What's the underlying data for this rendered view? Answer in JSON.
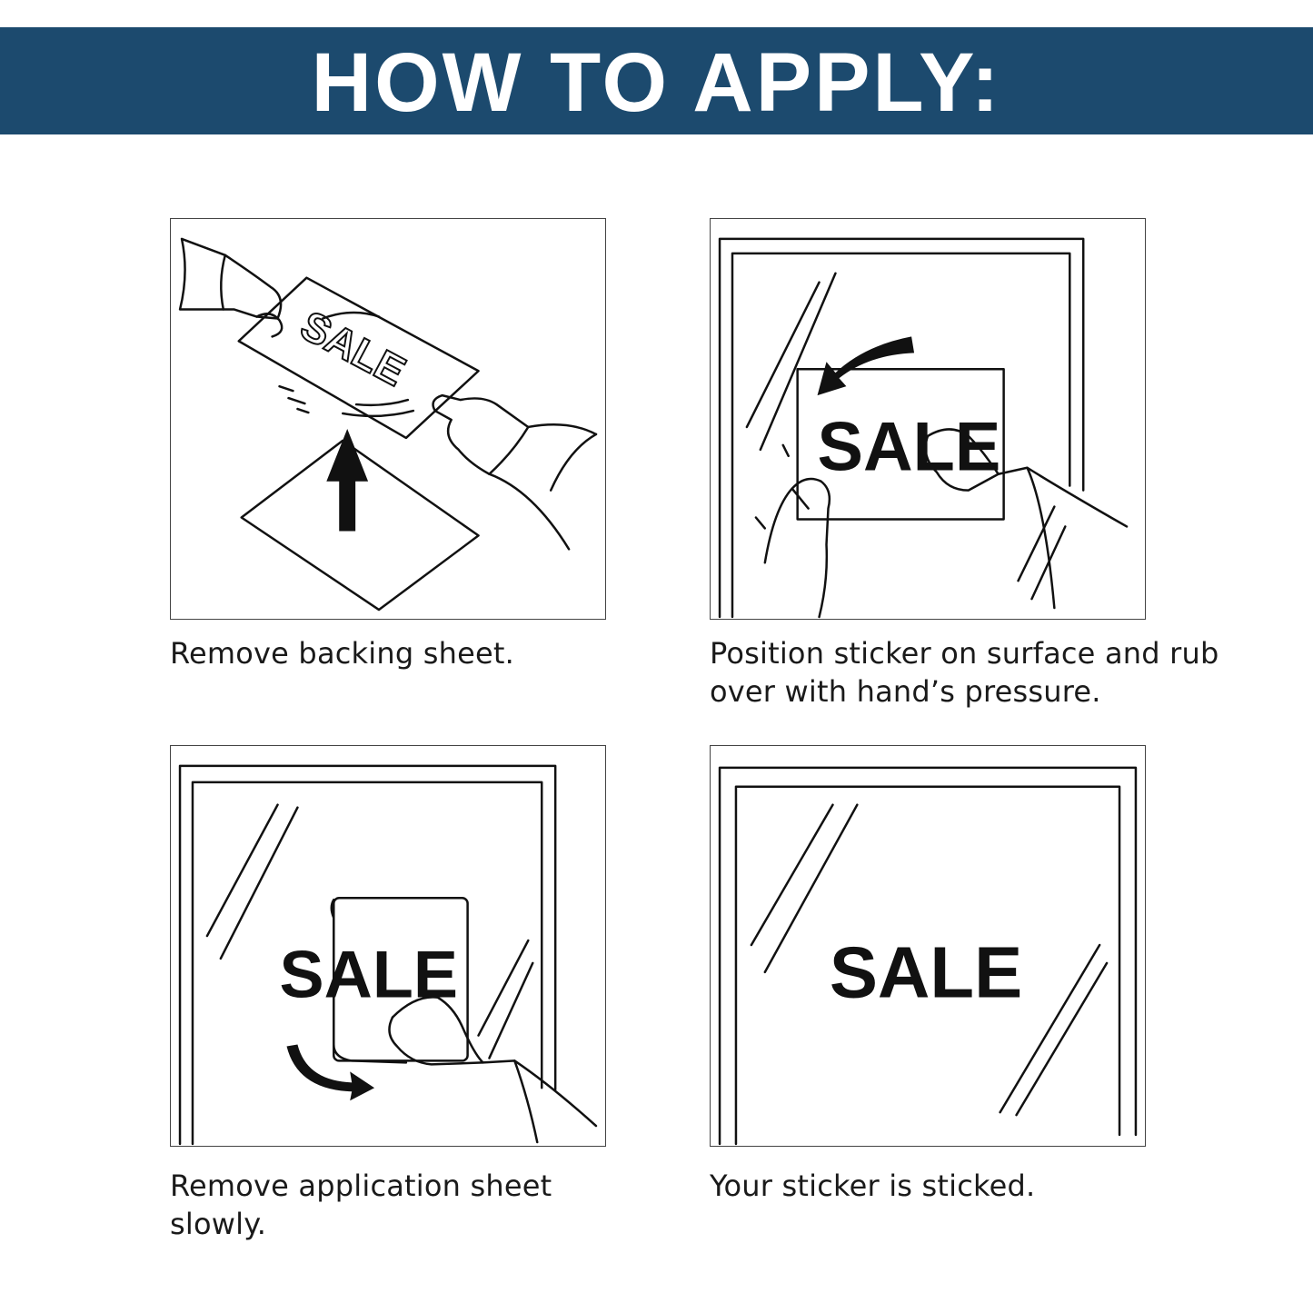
{
  "header": {
    "title": "HOW TO APPLY:"
  },
  "steps": [
    {
      "caption": "Remove backing sheet.",
      "illustration": "remove-backing-illustration",
      "sign_text": "SALE"
    },
    {
      "caption": "Position sticker on surface and rub over with hand’s pressure.",
      "illustration": "position-sticker-illustration",
      "sign_text": "SALE"
    },
    {
      "caption": "Remove application sheet slowly.",
      "illustration": "remove-application-illustration",
      "sign_text": "SALE"
    },
    {
      "caption": "Your sticker is sticked.",
      "illustration": "sticker-applied-illustration",
      "sign_text": "SALE"
    }
  ],
  "colors": {
    "banner": "#1c4a6e",
    "banner_text": "#ffffff",
    "line_art": "#111111"
  }
}
